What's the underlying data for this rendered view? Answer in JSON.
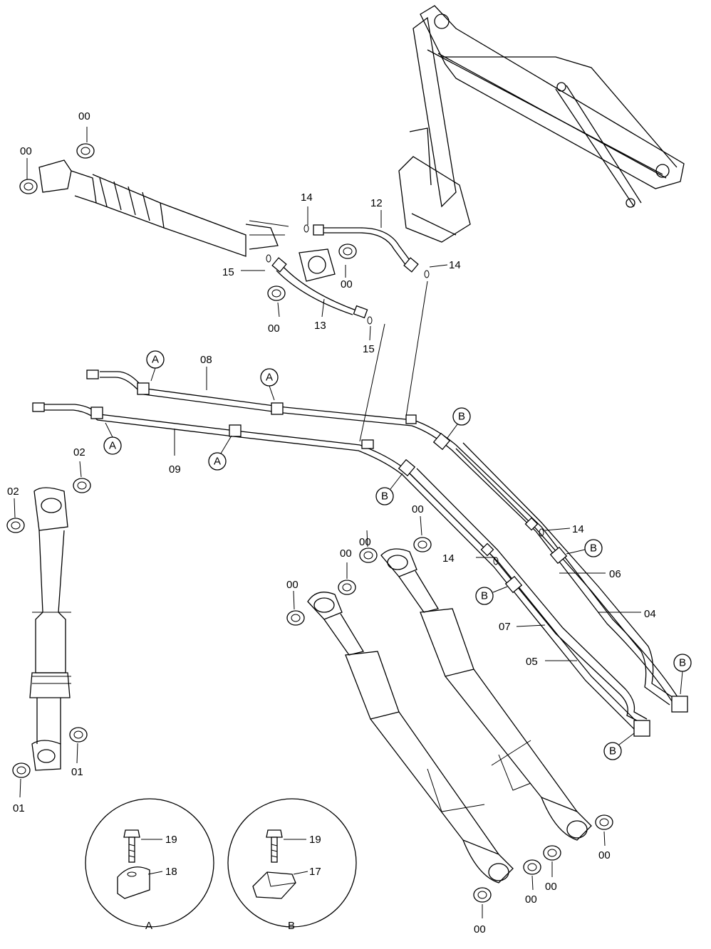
{
  "labels": {
    "p00": "00",
    "p01": "01",
    "p02": "02",
    "p04": "04",
    "p05": "05",
    "p06": "06",
    "p07": "07",
    "p08": "08",
    "p09": "09",
    "p12": "12",
    "p13": "13",
    "p14": "14",
    "p15": "15",
    "p17": "17",
    "p18": "18",
    "p19": "19"
  },
  "clamps": {
    "a": "A",
    "b": "B"
  },
  "details": {
    "a": "A",
    "b": "B"
  }
}
